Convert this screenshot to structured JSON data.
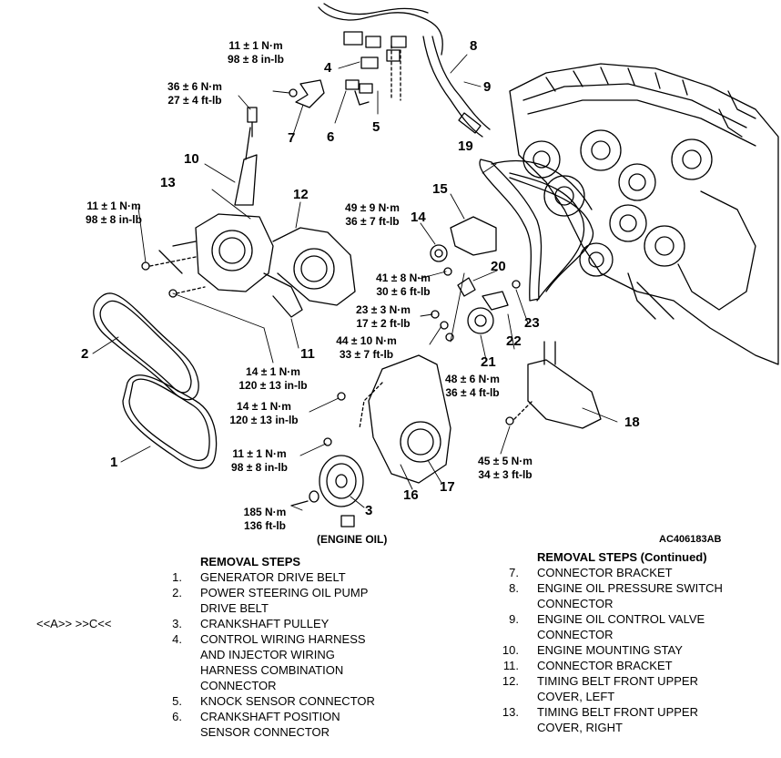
{
  "figure_id": "AC406183AB",
  "engine_oil_label": "(ENGINE OIL)",
  "torques": {
    "t1": [
      "11 ± 1 N·m",
      "98 ± 8 in-lb"
    ],
    "t2": [
      "36 ± 6 N·m",
      "27 ± 4 ft-lb"
    ],
    "t3": [
      "11 ± 1 N·m",
      "98 ± 8 in-lb"
    ],
    "t4": [
      "49 ± 9 N·m",
      "36 ± 7 ft-lb"
    ],
    "t5": [
      "41 ± 8 N·m",
      "30 ± 6 ft-lb"
    ],
    "t6": [
      "23 ± 3 N·m",
      "17 ± 2 ft-lb"
    ],
    "t7": [
      "44 ± 10 N·m",
      "33 ± 7 ft-lb"
    ],
    "t8": [
      "14 ± 1 N·m",
      "120 ± 13 in-lb"
    ],
    "t9": [
      "48 ± 6 N·m",
      "36 ± 4 ft-lb"
    ],
    "t10": [
      "14 ± 1 N·m",
      "120 ± 13 in-lb"
    ],
    "t11": [
      "11 ± 1 N·m",
      "98 ± 8 in-lb"
    ],
    "t12": [
      "45 ± 5 N·m",
      "34 ± 3 ft-lb"
    ],
    "t13": [
      "185 N·m",
      "136 ft-lb"
    ]
  },
  "callouts": {
    "c1": "1",
    "c2": "2",
    "c3": "3",
    "c4": "4",
    "c5": "5",
    "c6": "6",
    "c7": "7",
    "c8": "8",
    "c9": "9",
    "c10": "10",
    "c11": "11",
    "c12": "12",
    "c13": "13",
    "c14": "14",
    "c15": "15",
    "c16": "16",
    "c17": "17",
    "c18": "18",
    "c19": "19",
    "c20": "20",
    "c21": "21",
    "c22": "22",
    "c23": "23"
  },
  "left_steps": {
    "title": "REMOVAL STEPS",
    "items": [
      {
        "prefix": "",
        "num": "1.",
        "lines": [
          "GENERATOR DRIVE BELT"
        ]
      },
      {
        "prefix": "",
        "num": "2.",
        "lines": [
          "POWER STEERING OIL PUMP",
          "DRIVE BELT"
        ]
      },
      {
        "prefix": "<<A>>     >>C<<",
        "num": "3.",
        "lines": [
          "CRANKSHAFT PULLEY"
        ]
      },
      {
        "prefix": "",
        "num": "4.",
        "lines": [
          "CONTROL WIRING HARNESS",
          "AND INJECTOR WIRING",
          "HARNESS COMBINATION",
          "CONNECTOR"
        ]
      },
      {
        "prefix": "",
        "num": "5.",
        "lines": [
          "KNOCK SENSOR CONNECTOR"
        ]
      },
      {
        "prefix": "",
        "num": "6.",
        "lines": [
          "CRANKSHAFT POSITION",
          "SENSOR CONNECTOR"
        ]
      }
    ]
  },
  "right_steps": {
    "title": "REMOVAL STEPS (Continued)",
    "items": [
      {
        "num": "7.",
        "lines": [
          "CONNECTOR BRACKET"
        ]
      },
      {
        "num": "8.",
        "lines": [
          "ENGINE OIL PRESSURE SWITCH",
          "CONNECTOR"
        ]
      },
      {
        "num": "9.",
        "lines": [
          "ENGINE OIL CONTROL VALVE",
          "CONNECTOR"
        ]
      },
      {
        "num": "10.",
        "lines": [
          "ENGINE MOUNTING STAY"
        ]
      },
      {
        "num": "11.",
        "lines": [
          "CONNECTOR BRACKET"
        ]
      },
      {
        "num": "12.",
        "lines": [
          "TIMING BELT FRONT UPPER",
          "COVER, LEFT"
        ]
      },
      {
        "num": "13.",
        "lines": [
          "TIMING BELT FRONT UPPER",
          "COVER, RIGHT"
        ]
      }
    ]
  }
}
